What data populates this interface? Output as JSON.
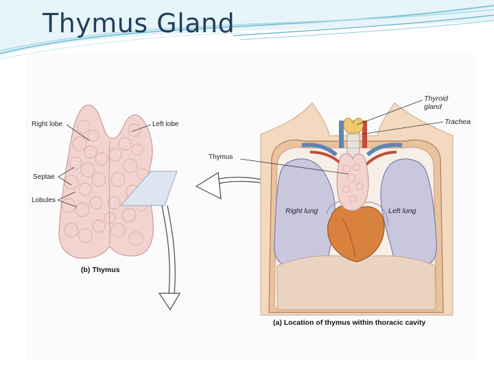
{
  "slide": {
    "title": "Thymus Gland"
  },
  "figure": {
    "panel_b": {
      "caption": "(b) Thymus",
      "labels": {
        "right_lobe": "Right lobe",
        "left_lobe": "Left lobe",
        "septae": "Septae",
        "lobules": "Lobules"
      }
    },
    "panel_a": {
      "caption": "(a) Location of thymus within thoracic cavity",
      "labels": {
        "thyroid": "Thyroid\ngland",
        "trachea": "Trachea",
        "thymus": "Thymus",
        "right_lung": "Right lung",
        "left_lung": "Left lung"
      }
    }
  },
  "colors": {
    "title": "#1f3f5b",
    "header_swoosh": "#7cc4d8",
    "thymus_pink": "#f3d3d0",
    "lung": "#c9c7de",
    "heart": "#d9823e",
    "skin": "#f3d9bf",
    "vessel_blue": "#5f86b3",
    "vessel_red": "#c44a3a"
  }
}
